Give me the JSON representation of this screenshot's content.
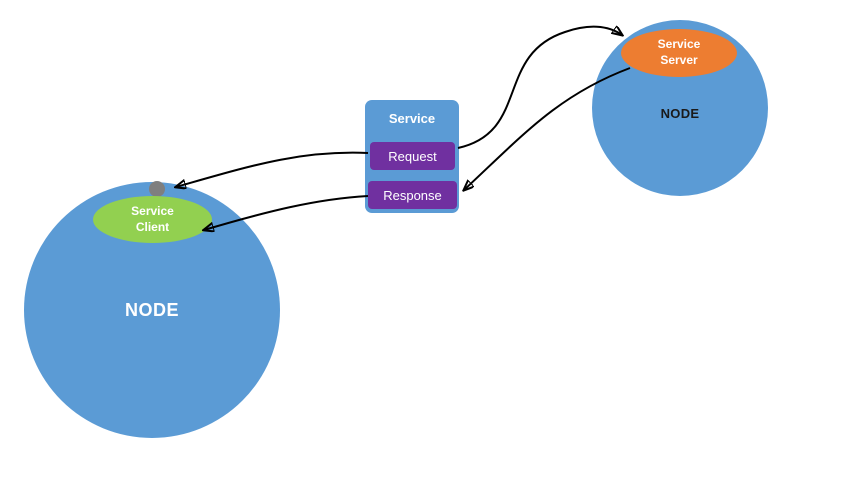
{
  "diagram": {
    "left_node": {
      "label": "NODE"
    },
    "right_node": {
      "label": "NODE"
    },
    "service_client": {
      "label_line1": "Service",
      "label_line2": "Client"
    },
    "service_server": {
      "label_line1": "Service",
      "label_line2": "Server"
    },
    "service_box": {
      "title": "Service",
      "request_label": "Request",
      "response_label": "Response"
    }
  },
  "colors": {
    "background": "#ffffff",
    "node_fill": "#5b9bd5",
    "client_fill": "#92d050",
    "server_fill": "#ed7d31",
    "request_fill": "#7030a0",
    "response_fill": "#7030a0",
    "connector_dot": "#7f7f7f",
    "arrow": "#000000"
  }
}
